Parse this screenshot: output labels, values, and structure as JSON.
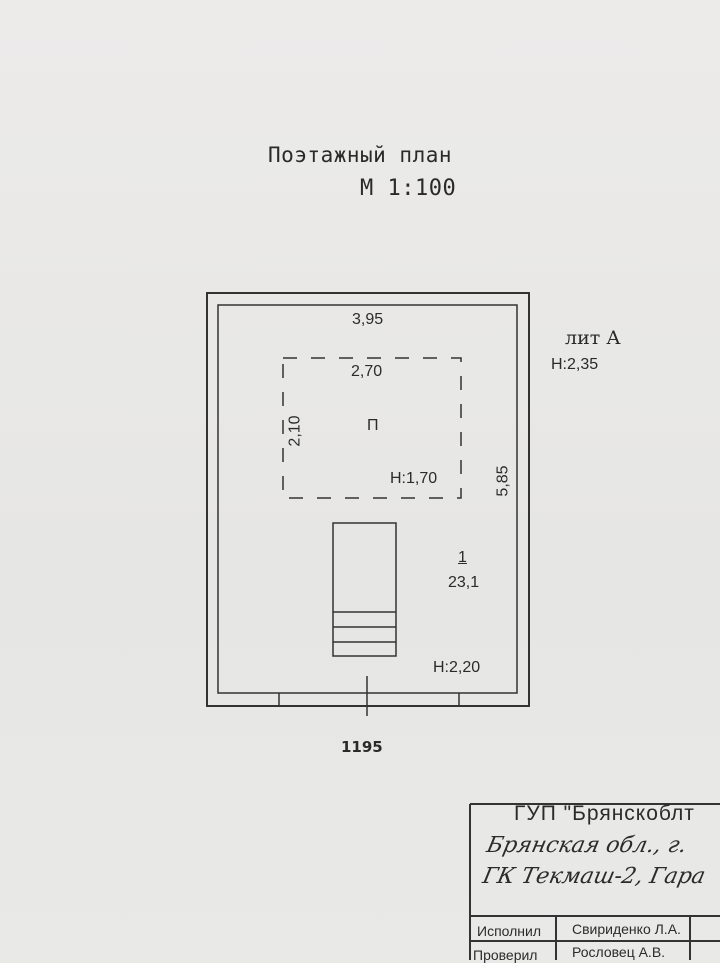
{
  "header": {
    "title": "Поэтажный план",
    "scale": "М 1:100"
  },
  "building": {
    "litera": "лит А",
    "height": "Н:2,35"
  },
  "plan": {
    "outer_width": "3,95",
    "outer_length": "5,85",
    "pit_width": "2,70",
    "pit_length": "2,10",
    "pit_mark": "П",
    "pit_height": "Н:1,70",
    "room_number": "1",
    "room_area": "23,1",
    "room_height": "Н:2,20",
    "total_dimension": "1195"
  },
  "stamp": {
    "organization": "ГУП \"Брянскоблт",
    "address_line1": "Брянская обл., г.",
    "address_line2": "ГК Текмаш-2, Гара",
    "roles": [
      {
        "role": "Исполнил",
        "name": "Свириденко Л.А."
      },
      {
        "role": "Проверил",
        "name": "Рословец А.В."
      }
    ]
  },
  "colors": {
    "paper": "#e9e9e7",
    "ink": "#2a2a2a"
  }
}
